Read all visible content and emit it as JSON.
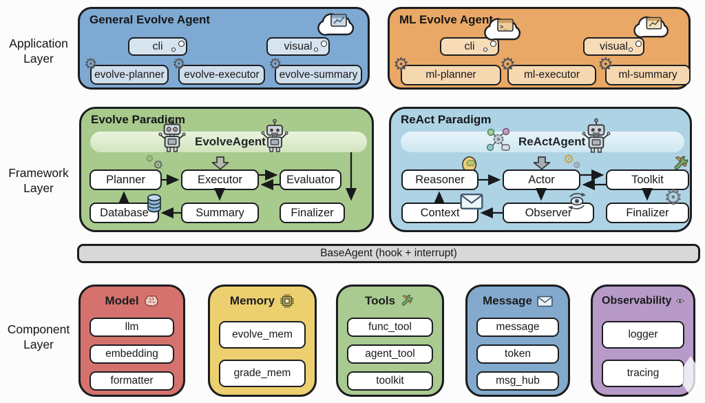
{
  "layer_labels": {
    "application": "Application\nLayer",
    "framework": "Framework\nLayer",
    "component": "Component\nLayer"
  },
  "application": {
    "general": {
      "title": "General Evolve Agent",
      "cli_label": "cli",
      "visual_label": "visual",
      "modules": [
        "evolve-planner",
        "evolve-executor",
        "evolve-summary"
      ]
    },
    "ml": {
      "title": "ML Evolve Agent",
      "cli_label": "cli",
      "visual_label": "visual",
      "modules": [
        "ml-planner",
        "ml-executor",
        "ml-summary"
      ]
    }
  },
  "framework": {
    "evolve": {
      "title": "Evolve Paradigm",
      "agent_label": "EvolveAgent",
      "nodes": {
        "planner": "Planner",
        "executor": "Executor",
        "evaluator": "Evaluator",
        "database": "Database",
        "summary": "Summary",
        "finalizer": "Finalizer"
      }
    },
    "react": {
      "title": "ReAct Paradigm",
      "agent_label": "ReActAgent",
      "nodes": {
        "reasoner": "Reasoner",
        "actor": "Actor",
        "toolkit": "Toolkit",
        "context": "Context",
        "observer": "Observer",
        "finalizer": "Finalizer"
      }
    }
  },
  "base_agent": {
    "label": "BaseAgent (hook + interrupt)"
  },
  "components": [
    {
      "title": "Model",
      "icon": "brain-icon",
      "color": "#d5726d",
      "items": [
        "llm",
        "embedding",
        "formatter"
      ]
    },
    {
      "title": "Memory",
      "icon": "chip-icon",
      "color": "#ecd06f",
      "items": [
        "evolve_mem",
        "grade_mem"
      ]
    },
    {
      "title": "Tools",
      "icon": "tools-icon",
      "color": "#a9ca90",
      "items": [
        "func_tool",
        "agent_tool",
        "toolkit"
      ]
    },
    {
      "title": "Message",
      "icon": "envelope-icon",
      "color": "#83aacd",
      "items": [
        "message",
        "token",
        "msg_hub"
      ]
    },
    {
      "title": "Observability",
      "icon": "eye-icon",
      "color": "#b79ac7",
      "items": [
        "logger",
        "tracing"
      ]
    }
  ],
  "icons": {
    "gear": "⚙"
  },
  "colors": {
    "general_agent_bg": "#7ea9d2",
    "ml_agent_bg": "#e9a865",
    "evolve_paradigm_bg": "#a8ca8d",
    "react_paradigm_bg": "#aed3e4",
    "base_agent_bg": "#d8d8d8",
    "model_bg": "#d5726d",
    "memory_bg": "#ecd06f",
    "tools_bg": "#a9ca90",
    "message_bg": "#83aacd",
    "observability_bg": "#b79ac7"
  }
}
